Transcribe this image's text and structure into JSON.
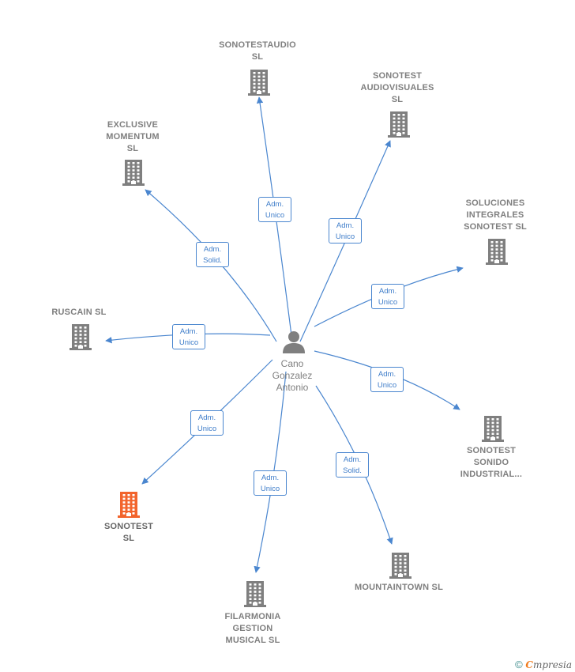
{
  "center": {
    "name_lines": [
      "Cano",
      "Gonzalez",
      "Antonio"
    ]
  },
  "colors": {
    "edge": "#4a86cf",
    "building": "#7f7f7f",
    "highlight": "#f2642c"
  },
  "nodes": [
    {
      "id": "sonotestaudio",
      "lines": [
        "SONOTESTAUDIO",
        "SL"
      ],
      "role": [
        "Adm.",
        "Unico"
      ],
      "highlight": false
    },
    {
      "id": "sonotest-audiovisuales",
      "lines": [
        "SONOTEST",
        "AUDIOVISUALES",
        "SL"
      ],
      "role": [
        "Adm.",
        "Unico"
      ],
      "highlight": false
    },
    {
      "id": "exclusive-momentum",
      "lines": [
        "EXCLUSIVE",
        "MOMENTUM",
        "SL"
      ],
      "role": [
        "Adm.",
        "Solid."
      ],
      "highlight": false
    },
    {
      "id": "soluciones-integrales",
      "lines": [
        "SOLUCIONES",
        "INTEGRALES",
        "SONOTEST  SL"
      ],
      "role": [
        "Adm.",
        "Unico"
      ],
      "highlight": false
    },
    {
      "id": "ruscain",
      "lines": [
        "RUSCAIN SL"
      ],
      "role": [
        "Adm.",
        "Unico"
      ],
      "highlight": false
    },
    {
      "id": "sonotest-sonido",
      "lines": [
        "SONOTEST",
        "SONIDO",
        "INDUSTRIAL..."
      ],
      "role": [
        "Adm.",
        "Unico"
      ],
      "highlight": false
    },
    {
      "id": "sonotest",
      "lines": [
        "SONOTEST",
        "SL"
      ],
      "role": [
        "Adm.",
        "Unico"
      ],
      "highlight": true
    },
    {
      "id": "filarmonia",
      "lines": [
        "FILARMONIA",
        "GESTION",
        "MUSICAL SL"
      ],
      "role": [
        "Adm.",
        "Unico"
      ],
      "highlight": false
    },
    {
      "id": "mountaintown",
      "lines": [
        "MOUNTAINTOWN SL"
      ],
      "role": [
        "Adm.",
        "Solid."
      ],
      "highlight": false
    }
  ],
  "footer": {
    "copyright": "©",
    "brand_e": "C",
    "brand_rest": "mpresia"
  }
}
